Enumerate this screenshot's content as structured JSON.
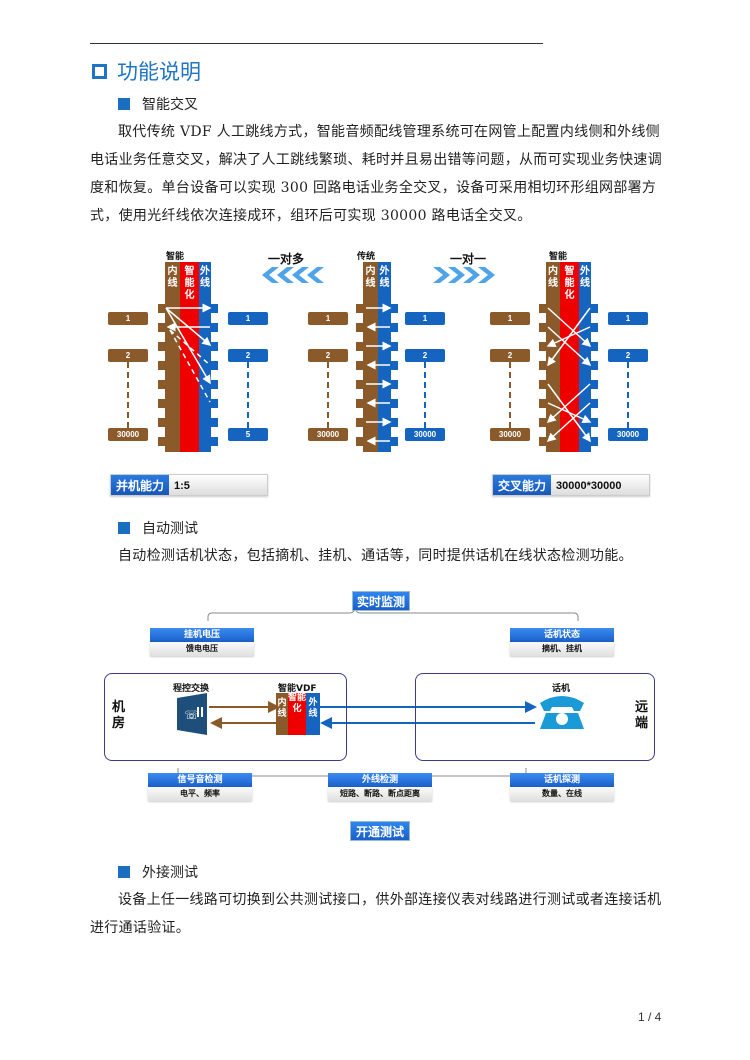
{
  "heading": "功能说明",
  "sections": [
    {
      "title": "智能交叉",
      "body": "取代传统 VDF 人工跳线方式，智能音频配线管理系统可在网管上配置内线侧和外线侧电话业务任意交叉，解决了人工跳线繁琐、耗时并且易出错等问题，从而可实现业务快速调度和恢复。单台设备可以实现 300 回路电话业务全交叉，设备可采用相切环形组网部署方式，使用光纤线依次连接成环，组环后可实现 30000 路电话全交叉。"
    },
    {
      "title": "自动测试",
      "body": "自动检测话机状态，包括摘机、挂机、通话等，同时提供话机在线状态检测功能。"
    },
    {
      "title": "外接测试",
      "body": "设备上任一线路可切换到公共测试接口，供外部连接仪表对线路进行测试或者连接话机进行通话验证。"
    }
  ],
  "diagram1": {
    "panels": [
      {
        "caption": "智能",
        "inner": "内线",
        "mid": "智能化",
        "outer": "外线",
        "left_tags": [
          "1",
          "2",
          "30000"
        ],
        "right_tags": [
          "1",
          "2",
          "5"
        ]
      },
      {
        "caption": "传统",
        "inner": "内线",
        "outer": "外线",
        "left_tags": [
          "1",
          "2",
          "30000"
        ],
        "right_tags": [
          "1",
          "2",
          "30000"
        ]
      },
      {
        "caption": "智能",
        "inner": "内线",
        "mid": "智能化",
        "outer": "外线",
        "left_tags": [
          "1",
          "2",
          "30000"
        ],
        "right_tags": [
          "1",
          "2",
          "30000"
        ]
      }
    ],
    "one_to_many": "一对多",
    "one_to_one": "一对一",
    "capacity_left": {
      "key": "并机能力",
      "value": "1:5"
    },
    "capacity_right": {
      "key": "交叉能力",
      "value": "30000*30000"
    },
    "colors": {
      "inner": "#8b5a2b",
      "mid": "#ee0000",
      "outer": "#1565c0",
      "chevron": "#4fa3e8"
    }
  },
  "diagram2": {
    "top_button": "实时监测",
    "bottom_button": "开通测试",
    "top_cards": [
      {
        "title": "挂机电压",
        "body": "馈电电压"
      },
      {
        "title": "话机状态",
        "body": "摘机、挂机"
      }
    ],
    "bottom_cards": [
      {
        "title": "信号音检测",
        "body": "电平、频率"
      },
      {
        "title": "外线检测",
        "body": "短路、断路、断点距离"
      },
      {
        "title": "话机探测",
        "body": "数量、在线"
      }
    ],
    "room_left": "机房",
    "room_right": "远端",
    "switch_label": "程控交换",
    "vdf_label": "智能VDF",
    "vdf_inner": "内线",
    "vdf_mid": "智能化",
    "vdf_outer": "外线",
    "phone_label": "话机"
  },
  "page_number": "1 / 4"
}
